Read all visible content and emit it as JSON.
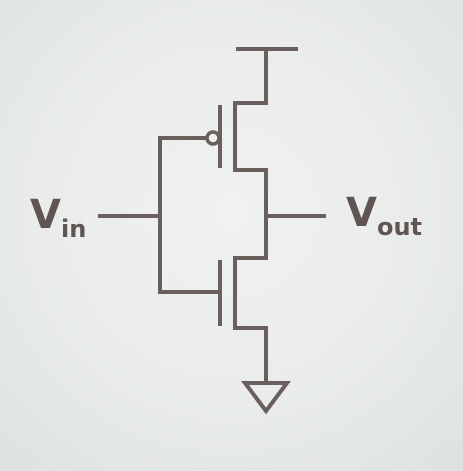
{
  "diagram": {
    "input_label": {
      "main": "V",
      "sub": "in"
    },
    "output_label": {
      "main": "V",
      "sub": "out"
    },
    "colors": {
      "background": "#e9eceb",
      "line": "#6a5f5c",
      "text": "#5f5552"
    },
    "components": [
      "supply-rail-icon",
      "pmos-transistor-icon",
      "nmos-transistor-icon",
      "ground-symbol-icon"
    ]
  }
}
